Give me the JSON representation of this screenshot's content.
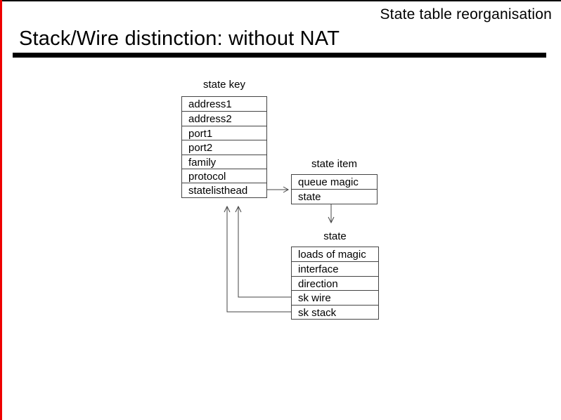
{
  "slide": {
    "header": "State table reorganisation",
    "title": "Stack/Wire distinction: without NAT"
  },
  "diagram": {
    "state_key": {
      "label": "state key",
      "rows": [
        "address1",
        "address2",
        "port1",
        "port2",
        "family",
        "protocol",
        "statelisthead"
      ]
    },
    "state_item": {
      "label": "state item",
      "rows": [
        "queue magic",
        "state"
      ]
    },
    "state": {
      "label": "state",
      "rows": [
        "loads of magic",
        "interface",
        "direction",
        "sk wire",
        "sk stack"
      ]
    },
    "connectors": [
      {
        "from": "statelisthead",
        "to": "state item"
      },
      {
        "from": "state item",
        "to": "state"
      },
      {
        "from": "sk wire",
        "to": "state key"
      },
      {
        "from": "sk stack",
        "to": "state key"
      }
    ]
  },
  "colors": {
    "accent_left_border": "#ee0000",
    "top_border": "#000000",
    "line": "#444444"
  }
}
